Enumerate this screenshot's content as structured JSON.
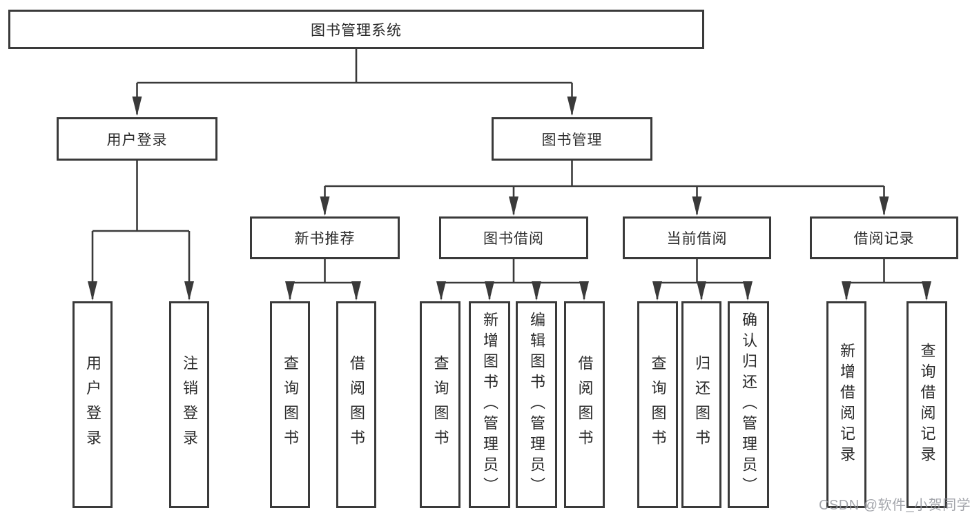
{
  "tree": {
    "label": "图书管理系统",
    "children": [
      {
        "label": "用户登录",
        "children": [
          {
            "label": "用户登录"
          },
          {
            "label": "注销登录"
          }
        ]
      },
      {
        "label": "图书管理",
        "children": [
          {
            "label": "新书推荐",
            "children": [
              {
                "label": "查询图书"
              },
              {
                "label": "借阅图书"
              }
            ]
          },
          {
            "label": "图书借阅",
            "children": [
              {
                "label": "查询图书"
              },
              {
                "label": "新增图书（管理员）"
              },
              {
                "label": "编辑图书（管理员）"
              },
              {
                "label": "借阅图书"
              }
            ]
          },
          {
            "label": "当前借阅",
            "children": [
              {
                "label": "查询图书"
              },
              {
                "label": "归还图书"
              },
              {
                "label": "确认归还（管理员）"
              }
            ]
          },
          {
            "label": "借阅记录",
            "children": [
              {
                "label": "新增借阅记录"
              },
              {
                "label": "查询借阅记录"
              }
            ]
          }
        ]
      }
    ]
  },
  "watermark": {
    "text": "CSDN @软件_小贺同学"
  },
  "colors": {
    "line": "#3a3a3a",
    "text": "#2b2b2b",
    "background": "#ffffff",
    "watermark": "#94969e"
  }
}
